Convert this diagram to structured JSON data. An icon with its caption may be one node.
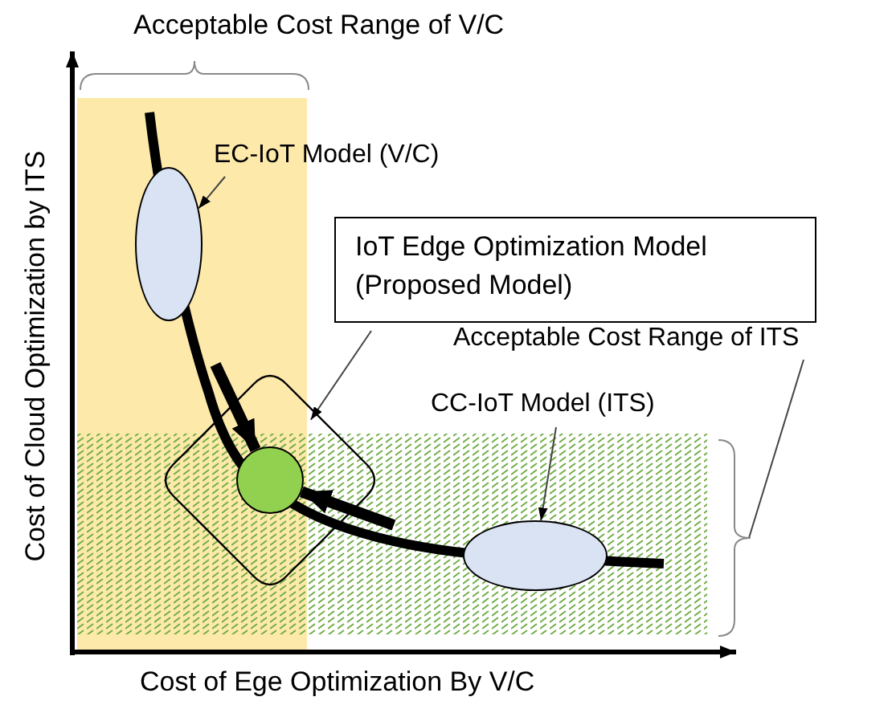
{
  "diagram": {
    "nodes": [
      {
        "text": [
          "EC-IoT Model (V/C)"
        ]
      },
      {
        "text": [],
        "shape": "ellipse"
      },
      {
        "text": [
          "IoT Edge Optimization Model (Proposed Model)"
        ]
      },
      {
        "text": [],
        "shape": "diamond"
      },
      {
        "text": [],
        "shape": "circle",
        "in": 3
      },
      {
        "text": [
          "CC-IoT Model (ITS)"
        ]
      },
      {
        "text": [],
        "shape": "ellipse"
      },
      {
        "text": [
          "Acceptable Cost Range of ITS"
        ]
      },
      {
        "text": [],
        "shape": "bracket"
      }
    ],
    "edges": [
      {
        "from": 0,
        "to": 1,
        "arrow": "to"
      },
      {
        "from": 2,
        "to": 3,
        "arrow": "to"
      },
      {
        "from": 5,
        "to": 6,
        "arrow": "to"
      },
      {
        "from": 7,
        "to": 8,
        "arrow": "none"
      },
      {
        "from": null,
        "to": 4,
        "arrow": "to",
        "style": "thick"
      },
      {
        "from": null,
        "to": 4,
        "arrow": "to",
        "style": "thick"
      }
    ],
    "labels": [
      "Acceptable Cost Range of V/C",
      "Cost of Cloud Optimization by ITS",
      "Cost of Ege Optimization By V/C"
    ]
  }
}
